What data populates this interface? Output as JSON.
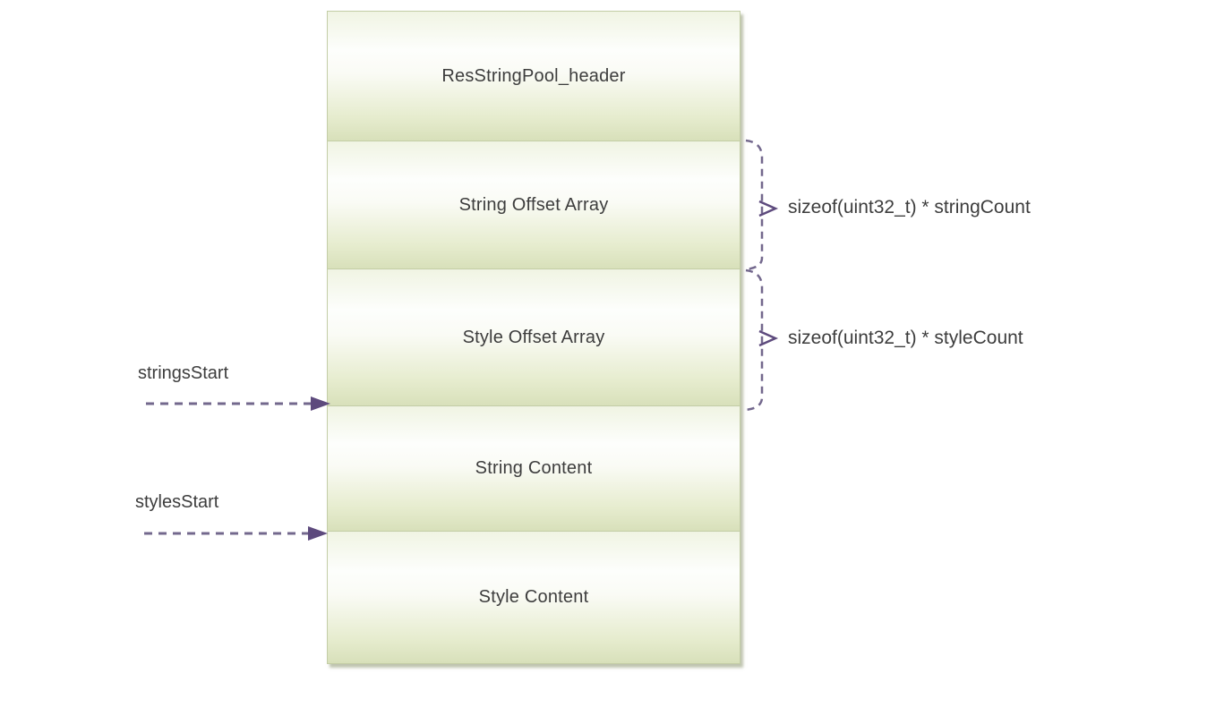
{
  "diagram": {
    "boxes": [
      {
        "label": "ResStringPool_header"
      },
      {
        "label": "String Offset Array"
      },
      {
        "label": "Style Offset Array"
      },
      {
        "label": "String Content"
      },
      {
        "label": "Style Content"
      }
    ],
    "left_annotations": [
      {
        "label": "stringsStart",
        "target": "top boundary of String Content"
      },
      {
        "label": "stylesStart",
        "target": "top boundary of Style Content"
      }
    ],
    "right_annotations": [
      {
        "label": "sizeof(uint32_t) * stringCount",
        "spans": "String Offset Array"
      },
      {
        "label": "sizeof(uint32_t) * styleCount",
        "spans": "Style Offset Array"
      }
    ],
    "colors": {
      "box_gradient_top": "#fbfcf7",
      "box_gradient_bottom": "#d8e0ba",
      "box_border": "#c3cda6",
      "annotation_line": "#73688d",
      "arrowhead": "#5d4a7d",
      "text": "#3d3d3d",
      "background": "#ffffff"
    }
  }
}
